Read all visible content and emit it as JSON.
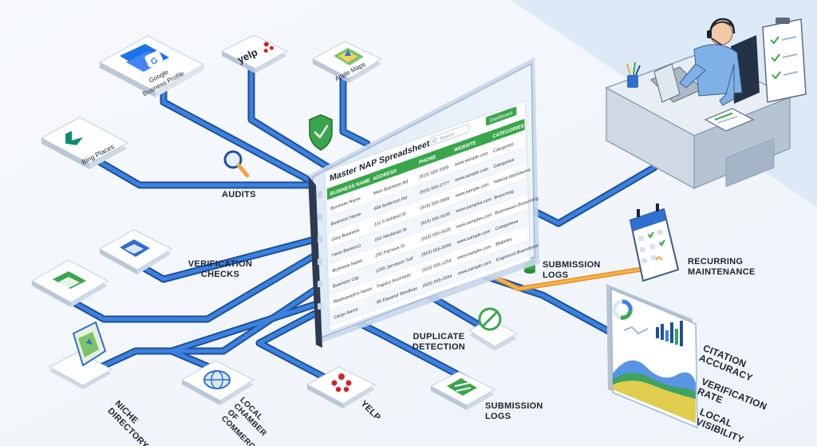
{
  "colors": {
    "connector": "#2f6fd0",
    "connector_dark": "#1f4f9a",
    "accent_orange": "#f2a43a",
    "sheet_green": "#3aa64b",
    "tile_face": "#ffffff",
    "tile_side": "#cfd9e6"
  },
  "sources": [
    {
      "id": "gbp",
      "label_line1": "Google",
      "label_line2": "Business Profile",
      "icon": "google-business-icon"
    },
    {
      "id": "yelp-top",
      "label": "yelp",
      "icon": "yelp-icon"
    },
    {
      "id": "apple",
      "label": "Apple Maps",
      "icon": "apple-maps-icon"
    },
    {
      "id": "bing",
      "label": "Bing Places",
      "icon": "bing-icon"
    }
  ],
  "process_labels": {
    "audits": "AUDITS",
    "verification_line1": "VERIFICATION",
    "verification_line2": "CHECKS",
    "submission_logs_top_line1": "SUBMISSION",
    "submission_logs_top_line2": "LOGS",
    "recurring_line1": "RECURRING",
    "recurring_line2": "MAINTENANCE",
    "duplicate_line1": "DUPLICATE",
    "duplicate_line2": "DETECTION",
    "submission_logs_bottom_line1": "SUBMISSION",
    "submission_logs_bottom_line2": "LOGS"
  },
  "bottom_labels": {
    "niche_line1": "NICHE",
    "niche_line2": "DIRECTORY",
    "chamber_line1": "LOCAL",
    "chamber_line2": "CHAMBER",
    "chamber_line3": "OF",
    "chamber_line4": "COMMERCE",
    "yelp": "YELP"
  },
  "metrics": {
    "citation_line1": "CITATION",
    "citation_line2": "ACCURACY",
    "verification_line1": "VERIFICATION",
    "verification_line2": "RATE",
    "local_line1": "LOCAL",
    "local_line2": "VISIBILITY"
  },
  "spreadsheet": {
    "title": "Master NAP Spreadsheet",
    "search_placeholder": "Search",
    "button": "Dashboard",
    "columns": [
      "BUSINESS NAME",
      "ADDRESS",
      "PHONE",
      "WEBSITE",
      "CATEGORIES"
    ],
    "rows": [
      [
        "Business Name",
        "Main Business Rd",
        "(915) 555-3309",
        "www.sample.com",
        "Categories"
      ],
      [
        "Business Name",
        "666 Anderson Rd",
        "(915) 555-2777",
        "www.sample.com",
        "Categories"
      ],
      [
        "Gary Business",
        "111 S Ashford St",
        "(915) 555-0665",
        "www.sample.com",
        "Natural disclosures"
      ],
      [
        "Harlo Bames11",
        "001 Neulanas St",
        "(915) 555-0105",
        "www.samples.com",
        "Branching"
      ],
      [
        "Business Name",
        "250 Pamous St",
        "(915) 555-0025",
        "www.samples.com",
        "Businessen Branchling"
      ],
      [
        "Business City",
        "1255 Jarvisson Tulf",
        "(915) 555-0059",
        "www.sample.com",
        "Categoriess"
      ],
      [
        "Washawash's Name",
        "Trapary Arunntsss",
        "(915) 555-1254",
        "www.sample.com",
        "Blakeley"
      ],
      [
        "Cargo Name",
        "88 Equanal Steelleas",
        "(915) 555-2554",
        "www.sample.com",
        "Engineerd Bramdesse"
      ]
    ]
  }
}
